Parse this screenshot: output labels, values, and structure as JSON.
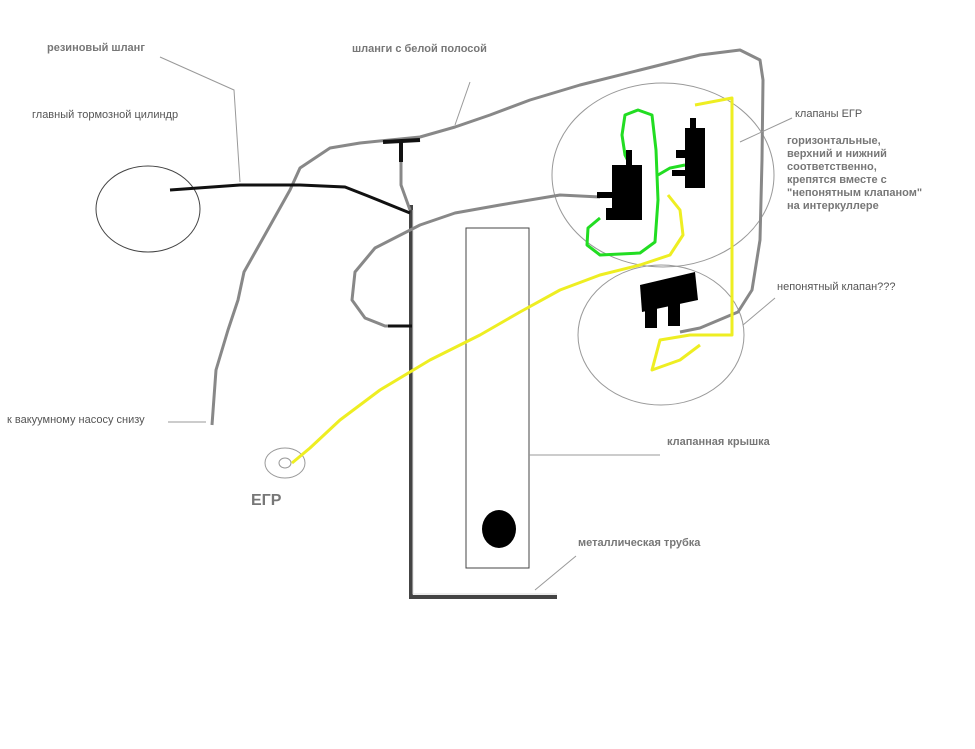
{
  "labels": {
    "rubber_hose": "резиновый шланг",
    "white_stripe_hoses": "шланги с белой полосой",
    "master_cylinder": "главный тормозной цилиндр",
    "vacuum_pump": "к вакуумному насосу снизу",
    "egr": "ЕГР",
    "egr_valves": "клапаны ЕГР",
    "valves_note": "горизонтальные,\nверхний и нижний\nсоответственно,\nкрепятся вместе с\n\"непонятным клапаном\"\nна интеркуллере",
    "unknown_valve": "непонятный клапан???",
    "valve_cover": "клапанная крышка",
    "metal_pipe": "металлическая трубка"
  },
  "colors": {
    "gray_hose": "#888888",
    "black_hose": "#111111",
    "yellow_hose": "#eeee22",
    "green_hose": "#22dd22",
    "thin_line": "#999999",
    "pipe": "#444444"
  }
}
